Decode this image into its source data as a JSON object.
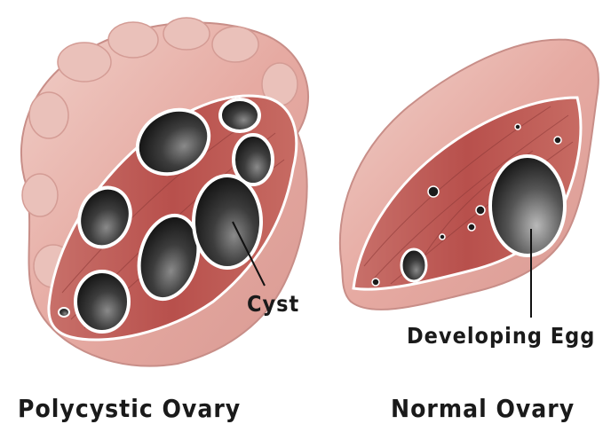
{
  "labels": {
    "cyst": "Cyst",
    "developing_egg": "Developing Egg"
  },
  "captions": {
    "left": "Polycystic Ovary",
    "right": "Normal Ovary"
  },
  "colors": {
    "tissue_outer": "#e9b3ab",
    "tissue_dark": "#b75a55",
    "tissue_light": "#f3d4cd",
    "cavity_dark": "#1b1b1b",
    "cavity_mid": "#6f6f6f",
    "rim": "#ffffff",
    "text": "#1a1a1a"
  }
}
